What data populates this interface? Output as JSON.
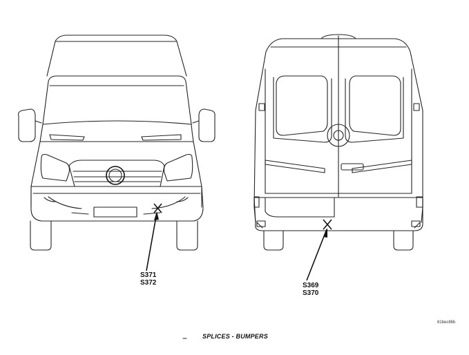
{
  "callouts": {
    "front": {
      "line1": "S371",
      "line2": "S372"
    },
    "rear": {
      "line1": "S369",
      "line2": "S370"
    }
  },
  "reference_code": "81bec86b",
  "caption": "SPLICES - BUMPERS",
  "icons": {
    "front_view": "van-front-view-drawing",
    "rear_view": "van-rear-view-drawing",
    "splice_marker": "x-marker"
  }
}
